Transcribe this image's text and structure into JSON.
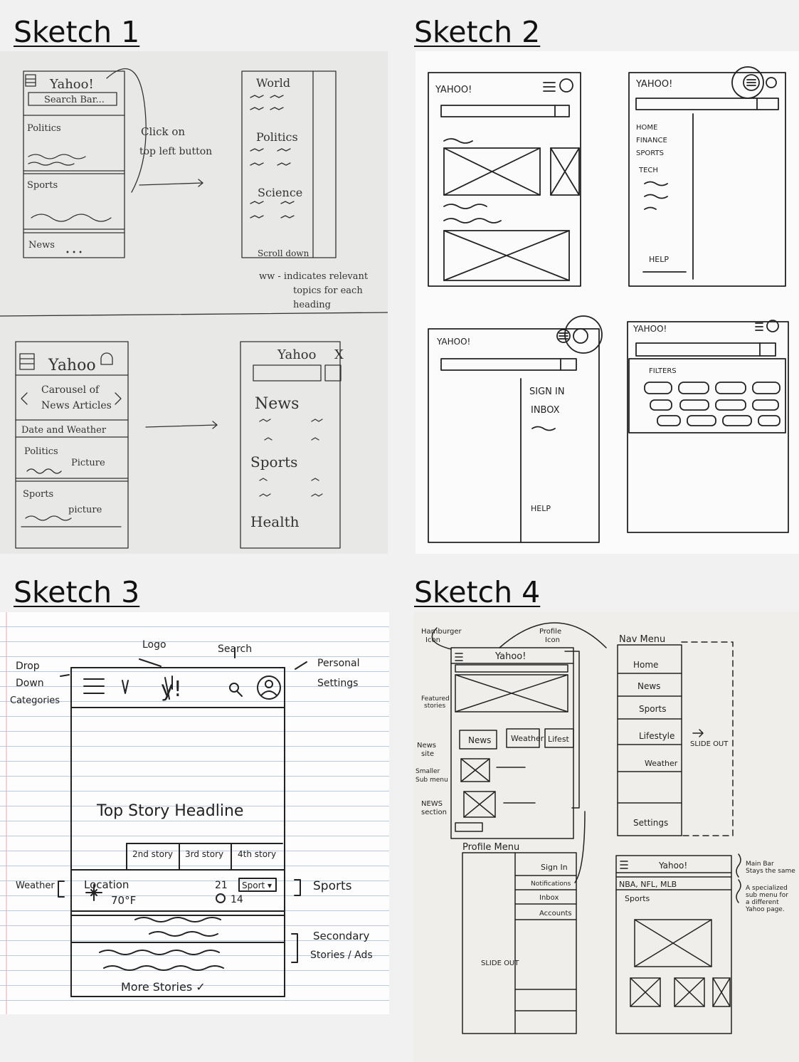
{
  "sketch1": {
    "title": "Sketch 1",
    "a_logo": "Yahoo!",
    "a_search": "Search Bar...",
    "a_politics": "Politics",
    "a_sports": "Sports",
    "a_news": "News",
    "a_dots": "• • •",
    "note_click": "Click on",
    "note_top": "top left button",
    "menu_world": "World",
    "menu_politics": "Politics",
    "menu_science": "Science",
    "menu_scroll": "Scroll down",
    "note_w1": "ww - indicates relevant",
    "note_w2": "topics for each",
    "note_w3": "heading",
    "b_logo": "Yahoo",
    "b_carousel1": "Carousel of",
    "b_carousel2": "News Articles",
    "b_date": "Date and Weather",
    "b_politics": "Politics",
    "b_picture1": "Picture",
    "b_sports": "Sports",
    "b_picture2": "picture",
    "c_logo": "Yahoo",
    "c_close": "X",
    "c_news": "News",
    "c_sports": "Sports",
    "c_health": "Health"
  },
  "sketch2": {
    "title": "Sketch 2",
    "logo": "YAHOO!",
    "nav_home": "HOME",
    "nav_finance": "FINANCE",
    "nav_sports": "SPORTS",
    "nav_tech": "TECH",
    "nav_help": "HELP",
    "sign_in": "SIGN IN",
    "inbox": "INBOX",
    "help2": "HELP",
    "filters": "FILTERS"
  },
  "sketch3": {
    "title": "Sketch 3",
    "lbl_logo": "Logo",
    "lbl_search": "Search",
    "lbl_dropdown1": "Drop",
    "lbl_dropdown2": "Down",
    "lbl_dropdown3": "Categories",
    "lbl_personal1": "Personal",
    "lbl_personal2": "Settings",
    "logo": "y!",
    "headline": "Top Story Headline",
    "tab2": "2nd story",
    "tab3": "3rd story",
    "tab4": "4th story",
    "location": "Location",
    "temp": "70°F",
    "score1": "21",
    "score2": "14",
    "sport_select": "Sport ▾",
    "lbl_weather": "Weather",
    "lbl_sports": "Sports",
    "lbl_secondary1": "Secondary",
    "lbl_secondary2": "Stories / Ads",
    "more": "More Stories ✓"
  },
  "sketch4": {
    "title": "Sketch 4",
    "lbl_hamburger1": "Hamburger",
    "lbl_hamburger2": "Icon",
    "lbl_profile1": "Profile",
    "lbl_profile2": "Icon",
    "logo": "Yahoo!",
    "lbl_featured1": "Featured",
    "lbl_featured2": "stories",
    "lbl_newssite1": "News",
    "lbl_newssite2": "site",
    "tab_news": "News",
    "tab_weather": "Weather",
    "tab_life": "Lifest",
    "lbl_submenu1": "Smaller",
    "lbl_submenu2": "Sub menu",
    "lbl_newssec1": "NEWS",
    "lbl_newssec2": "section",
    "nav_title": "Nav Menu",
    "nav_home": "Home",
    "nav_news": "News",
    "nav_sports": "Sports",
    "nav_lifestyle": "Lifestyle",
    "nav_weather": "Weather",
    "nav_settings": "Settings",
    "slide_out": "SLIDE OUT",
    "profile_title": "Profile Menu",
    "pm_signin": "Sign In",
    "pm_notif": "Notifications",
    "pm_inbox": "Inbox",
    "pm_accounts": "Accounts",
    "slide_out2": "SLIDE OUT",
    "sp_logo": "Yahoo!",
    "sp_leagues": "NBA, NFL, MLB",
    "sp_sports": "Sports",
    "note_main1": "Main Bar",
    "note_main2": "Stays the same",
    "note_sub1": "A specialized",
    "note_sub2": "sub menu for",
    "note_sub3": "a different",
    "note_sub4": "Yahoo page."
  }
}
